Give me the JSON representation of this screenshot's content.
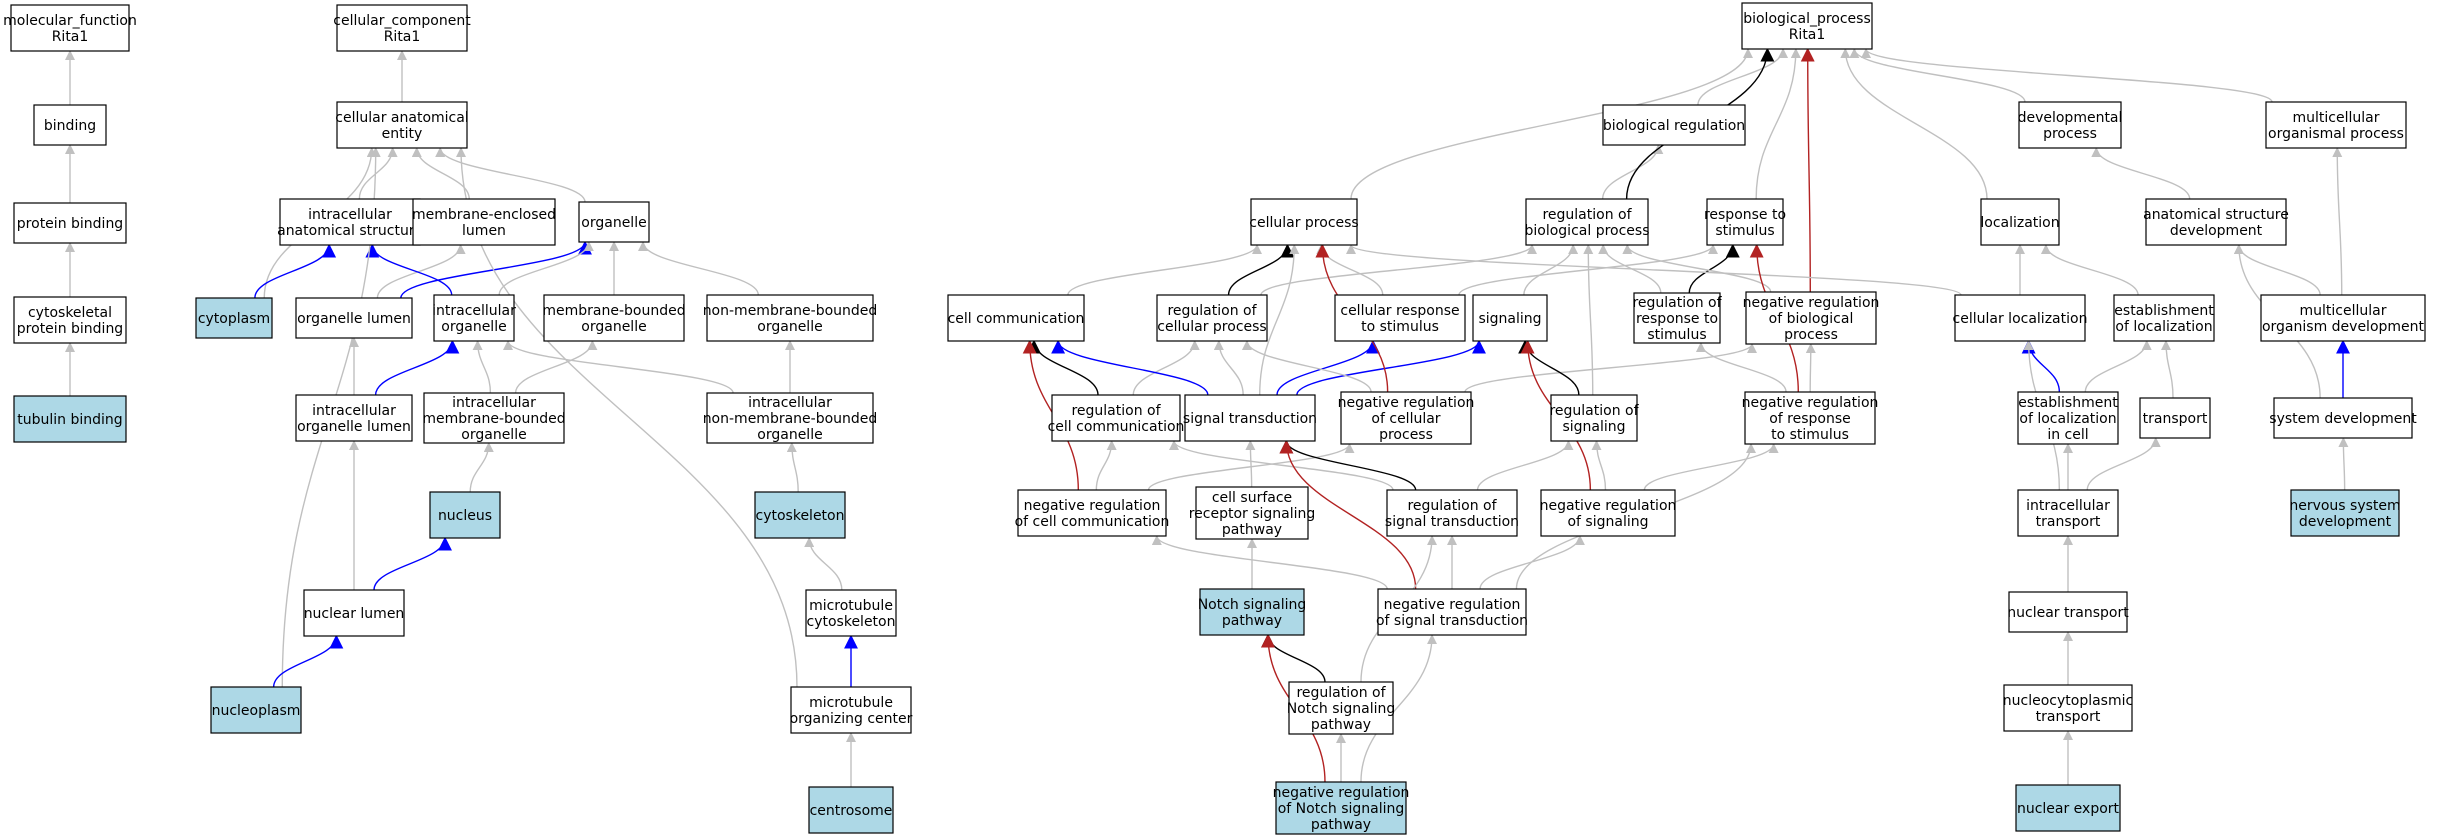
{
  "colors": {
    "highlight_fill": "#add8e6",
    "node_fill": "#ffffff",
    "node_stroke": "#000000",
    "is_a": "#c0c0c0",
    "part_of": "#0000ff",
    "regulates": "#000000",
    "negatively_regulates": "#b22222"
  },
  "nodes": {
    "mf": {
      "label": [
        "molecular_function",
        "Rita1"
      ]
    },
    "cc": {
      "label": [
        "cellular_component",
        "Rita1"
      ]
    },
    "bp": {
      "label": [
        "biological_process",
        "Rita1"
      ]
    },
    "binding": {
      "label": [
        "binding"
      ]
    },
    "protbind": {
      "label": [
        "protein binding"
      ]
    },
    "cytoskbind": {
      "label": [
        "cytoskeletal",
        "protein binding"
      ]
    },
    "tubulin": {
      "label": [
        "tubulin binding"
      ],
      "highlight": true
    },
    "cae": {
      "label": [
        "cellular anatomical",
        "entity"
      ]
    },
    "ias": {
      "label": [
        "intracellular",
        "anatomical structure"
      ]
    },
    "mel": {
      "label": [
        "membrane-enclosed",
        "lumen"
      ]
    },
    "organelle": {
      "label": [
        "organelle"
      ]
    },
    "cytoplasm": {
      "label": [
        "cytoplasm"
      ],
      "highlight": true
    },
    "orglumen": {
      "label": [
        "organelle lumen"
      ]
    },
    "intorg": {
      "label": [
        "intracellular",
        "organelle"
      ]
    },
    "mbo": {
      "label": [
        "membrane-bounded",
        "organelle"
      ]
    },
    "nmbo": {
      "label": [
        "non-membrane-bounded",
        "organelle"
      ]
    },
    "iol": {
      "label": [
        "intracellular",
        "organelle lumen"
      ]
    },
    "imbo": {
      "label": [
        "intracellular",
        "membrane-bounded",
        "organelle"
      ]
    },
    "inmbo": {
      "label": [
        "intracellular",
        "non-membrane-bounded",
        "organelle"
      ]
    },
    "nucleus": {
      "label": [
        "nucleus"
      ],
      "highlight": true
    },
    "cytoskel": {
      "label": [
        "cytoskeleton"
      ],
      "highlight": true
    },
    "nuclumen": {
      "label": [
        "nuclear lumen"
      ]
    },
    "mtcyto": {
      "label": [
        "microtubule",
        "cytoskeleton"
      ]
    },
    "nucleoplasm": {
      "label": [
        "nucleoplasm"
      ],
      "highlight": true
    },
    "mtoc": {
      "label": [
        "microtubule",
        "organizing center"
      ]
    },
    "centrosome": {
      "label": [
        "centrosome"
      ],
      "highlight": true
    },
    "bioreg": {
      "label": [
        "biological regulation"
      ]
    },
    "devproc": {
      "label": [
        "developmental",
        "process"
      ]
    },
    "mop": {
      "label": [
        "multicellular",
        "organismal process"
      ]
    },
    "cellproc": {
      "label": [
        "cellular process"
      ]
    },
    "regbp": {
      "label": [
        "regulation of",
        "biological process"
      ]
    },
    "resp": {
      "label": [
        "response to",
        "stimulus"
      ]
    },
    "localization": {
      "label": [
        "localization"
      ]
    },
    "asd": {
      "label": [
        "anatomical structure",
        "development"
      ]
    },
    "cellcomm": {
      "label": [
        "cell communication"
      ]
    },
    "regcp": {
      "label": [
        "regulation of",
        "cellular process"
      ]
    },
    "crs": {
      "label": [
        "cellular response",
        "to stimulus"
      ]
    },
    "signaling": {
      "label": [
        "signaling"
      ]
    },
    "regrs": {
      "label": [
        "regulation of",
        "response to",
        "stimulus"
      ]
    },
    "nrbp": {
      "label": [
        "negative regulation",
        "of biological",
        "process"
      ]
    },
    "cellloc": {
      "label": [
        "cellular localization"
      ]
    },
    "estloc": {
      "label": [
        "establishment",
        "of localization"
      ]
    },
    "mod": {
      "label": [
        "multicellular",
        "organism development"
      ]
    },
    "regcc": {
      "label": [
        "regulation of",
        "cell communication"
      ]
    },
    "sigtrans": {
      "label": [
        "signal transduction"
      ]
    },
    "nrcp": {
      "label": [
        "negative regulation",
        "of cellular",
        "process"
      ]
    },
    "regsig": {
      "label": [
        "regulation of",
        "signaling"
      ]
    },
    "nrrs": {
      "label": [
        "negative regulation",
        "of response",
        "to stimulus"
      ]
    },
    "elc": {
      "label": [
        "establishment",
        "of localization",
        "in cell"
      ]
    },
    "transport": {
      "label": [
        "transport"
      ]
    },
    "sysdev": {
      "label": [
        "system development"
      ]
    },
    "nrcc": {
      "label": [
        "negative regulation",
        "of cell communication"
      ]
    },
    "csrsp": {
      "label": [
        "cell surface",
        "receptor signaling",
        "pathway"
      ]
    },
    "regst": {
      "label": [
        "regulation of",
        "signal transduction"
      ]
    },
    "nrsig": {
      "label": [
        "negative regulation",
        "of signaling"
      ]
    },
    "inttrans": {
      "label": [
        "intracellular",
        "transport"
      ]
    },
    "nsd": {
      "label": [
        "nervous system",
        "development"
      ],
      "highlight": true
    },
    "notch": {
      "label": [
        "Notch signaling",
        "pathway"
      ],
      "highlight": true
    },
    "nrst": {
      "label": [
        "negative regulation",
        "of signal transduction"
      ]
    },
    "nuctrans": {
      "label": [
        "nuclear transport"
      ]
    },
    "regnotch": {
      "label": [
        "regulation of",
        "Notch signaling",
        "pathway"
      ]
    },
    "ncptrans": {
      "label": [
        "nucleocytoplasmic",
        "transport"
      ]
    },
    "nrnotch": {
      "label": [
        "negative regulation",
        "of Notch signaling",
        "pathway"
      ],
      "highlight": true
    },
    "nucexport": {
      "label": [
        "nuclear export"
      ],
      "highlight": true
    }
  },
  "edges": [
    [
      "binding",
      "mf",
      "is_a"
    ],
    [
      "protbind",
      "binding",
      "is_a"
    ],
    [
      "cytoskbind",
      "protbind",
      "is_a"
    ],
    [
      "tubulin",
      "cytoskbind",
      "is_a"
    ],
    [
      "cae",
      "cc",
      "is_a"
    ],
    [
      "ias",
      "cae",
      "is_a"
    ],
    [
      "mel",
      "cae",
      "is_a"
    ],
    [
      "organelle",
      "cae",
      "is_a"
    ],
    [
      "cytoplasm",
      "cae",
      "is_a"
    ],
    [
      "cytoplasm",
      "ias",
      "part_of"
    ],
    [
      "orglumen",
      "mel",
      "is_a"
    ],
    [
      "orglumen",
      "organelle",
      "part_of"
    ],
    [
      "intorg",
      "ias",
      "part_of"
    ],
    [
      "intorg",
      "organelle",
      "is_a"
    ],
    [
      "mbo",
      "organelle",
      "is_a"
    ],
    [
      "nmbo",
      "organelle",
      "is_a"
    ],
    [
      "iol",
      "orglumen",
      "is_a"
    ],
    [
      "iol",
      "intorg",
      "part_of"
    ],
    [
      "imbo",
      "intorg",
      "is_a"
    ],
    [
      "imbo",
      "mbo",
      "is_a"
    ],
    [
      "inmbo",
      "intorg",
      "is_a"
    ],
    [
      "inmbo",
      "nmbo",
      "is_a"
    ],
    [
      "nucleus",
      "imbo",
      "is_a"
    ],
    [
      "cytoskel",
      "inmbo",
      "is_a"
    ],
    [
      "nuclumen",
      "iol",
      "is_a"
    ],
    [
      "nuclumen",
      "nucleus",
      "part_of"
    ],
    [
      "mtcyto",
      "cytoskel",
      "is_a"
    ],
    [
      "nucleoplasm",
      "cae",
      "is_a"
    ],
    [
      "nucleoplasm",
      "nuclumen",
      "part_of"
    ],
    [
      "mtoc",
      "cae",
      "is_a"
    ],
    [
      "mtoc",
      "mtcyto",
      "part_of"
    ],
    [
      "centrosome",
      "mtoc",
      "is_a"
    ],
    [
      "bioreg",
      "bp",
      "is_a"
    ],
    [
      "devproc",
      "bp",
      "is_a"
    ],
    [
      "mop",
      "bp",
      "is_a"
    ],
    [
      "cellproc",
      "bp",
      "is_a"
    ],
    [
      "regbp",
      "bioreg",
      "is_a"
    ],
    [
      "regbp",
      "bp",
      "regulates"
    ],
    [
      "resp",
      "bp",
      "is_a"
    ],
    [
      "localization",
      "bp",
      "is_a"
    ],
    [
      "asd",
      "devproc",
      "is_a"
    ],
    [
      "cellcomm",
      "cellproc",
      "is_a"
    ],
    [
      "regcp",
      "cellproc",
      "regulates"
    ],
    [
      "regcp",
      "regbp",
      "is_a"
    ],
    [
      "crs",
      "cellproc",
      "is_a"
    ],
    [
      "crs",
      "resp",
      "is_a"
    ],
    [
      "signaling",
      "regbp",
      "is_a"
    ],
    [
      "regrs",
      "resp",
      "regulates"
    ],
    [
      "regrs",
      "regbp",
      "is_a"
    ],
    [
      "nrbp",
      "regbp",
      "is_a"
    ],
    [
      "nrbp",
      "bp",
      "negatively_regulates"
    ],
    [
      "cellloc",
      "cellproc",
      "is_a"
    ],
    [
      "cellloc",
      "localization",
      "is_a"
    ],
    [
      "estloc",
      "localization",
      "is_a"
    ],
    [
      "mod",
      "mop",
      "is_a"
    ],
    [
      "mod",
      "asd",
      "is_a"
    ],
    [
      "regcc",
      "cellcomm",
      "regulates"
    ],
    [
      "regcc",
      "regcp",
      "is_a"
    ],
    [
      "sigtrans",
      "cellcomm",
      "part_of"
    ],
    [
      "sigtrans",
      "crs",
      "part_of"
    ],
    [
      "sigtrans",
      "signaling",
      "part_of"
    ],
    [
      "sigtrans",
      "regcp",
      "is_a"
    ],
    [
      "sigtrans",
      "cellproc",
      "is_a"
    ],
    [
      "nrcp",
      "cellproc",
      "negatively_regulates"
    ],
    [
      "nrcp",
      "regcp",
      "is_a"
    ],
    [
      "nrcp",
      "nrbp",
      "is_a"
    ],
    [
      "regsig",
      "signaling",
      "regulates"
    ],
    [
      "regsig",
      "regbp",
      "is_a"
    ],
    [
      "nrrs",
      "resp",
      "negatively_regulates"
    ],
    [
      "nrrs",
      "regrs",
      "is_a"
    ],
    [
      "nrrs",
      "nrbp",
      "is_a"
    ],
    [
      "elc",
      "cellloc",
      "part_of"
    ],
    [
      "elc",
      "estloc",
      "is_a"
    ],
    [
      "transport",
      "estloc",
      "is_a"
    ],
    [
      "sysdev",
      "asd",
      "is_a"
    ],
    [
      "sysdev",
      "mod",
      "part_of"
    ],
    [
      "nrcc",
      "cellcomm",
      "negatively_regulates"
    ],
    [
      "nrcc",
      "regcc",
      "is_a"
    ],
    [
      "nrcc",
      "nrcp",
      "is_a"
    ],
    [
      "csrsp",
      "sigtrans",
      "is_a"
    ],
    [
      "regst",
      "sigtrans",
      "regulates"
    ],
    [
      "regst",
      "regcc",
      "is_a"
    ],
    [
      "regst",
      "regsig",
      "is_a"
    ],
    [
      "nrsig",
      "signaling",
      "negatively_regulates"
    ],
    [
      "nrsig",
      "regsig",
      "is_a"
    ],
    [
      "nrsig",
      "nrrs",
      "is_a"
    ],
    [
      "inttrans",
      "elc",
      "is_a"
    ],
    [
      "inttrans",
      "transport",
      "is_a"
    ],
    [
      "inttrans",
      "cellloc",
      "is_a"
    ],
    [
      "nsd",
      "sysdev",
      "is_a"
    ],
    [
      "notch",
      "csrsp",
      "is_a"
    ],
    [
      "nrst",
      "sigtrans",
      "negatively_regulates"
    ],
    [
      "nrst",
      "regst",
      "is_a"
    ],
    [
      "nrst",
      "nrsig",
      "is_a"
    ],
    [
      "nrst",
      "nrcc",
      "is_a"
    ],
    [
      "nrst",
      "nrrs",
      "is_a"
    ],
    [
      "nuctrans",
      "inttrans",
      "is_a"
    ],
    [
      "regnotch",
      "notch",
      "regulates"
    ],
    [
      "regnotch",
      "regst",
      "is_a"
    ],
    [
      "ncptrans",
      "nuctrans",
      "is_a"
    ],
    [
      "nrnotch",
      "notch",
      "negatively_regulates"
    ],
    [
      "nrnotch",
      "regnotch",
      "is_a"
    ],
    [
      "nrnotch",
      "nrst",
      "is_a"
    ],
    [
      "nucexport",
      "ncptrans",
      "is_a"
    ]
  ]
}
